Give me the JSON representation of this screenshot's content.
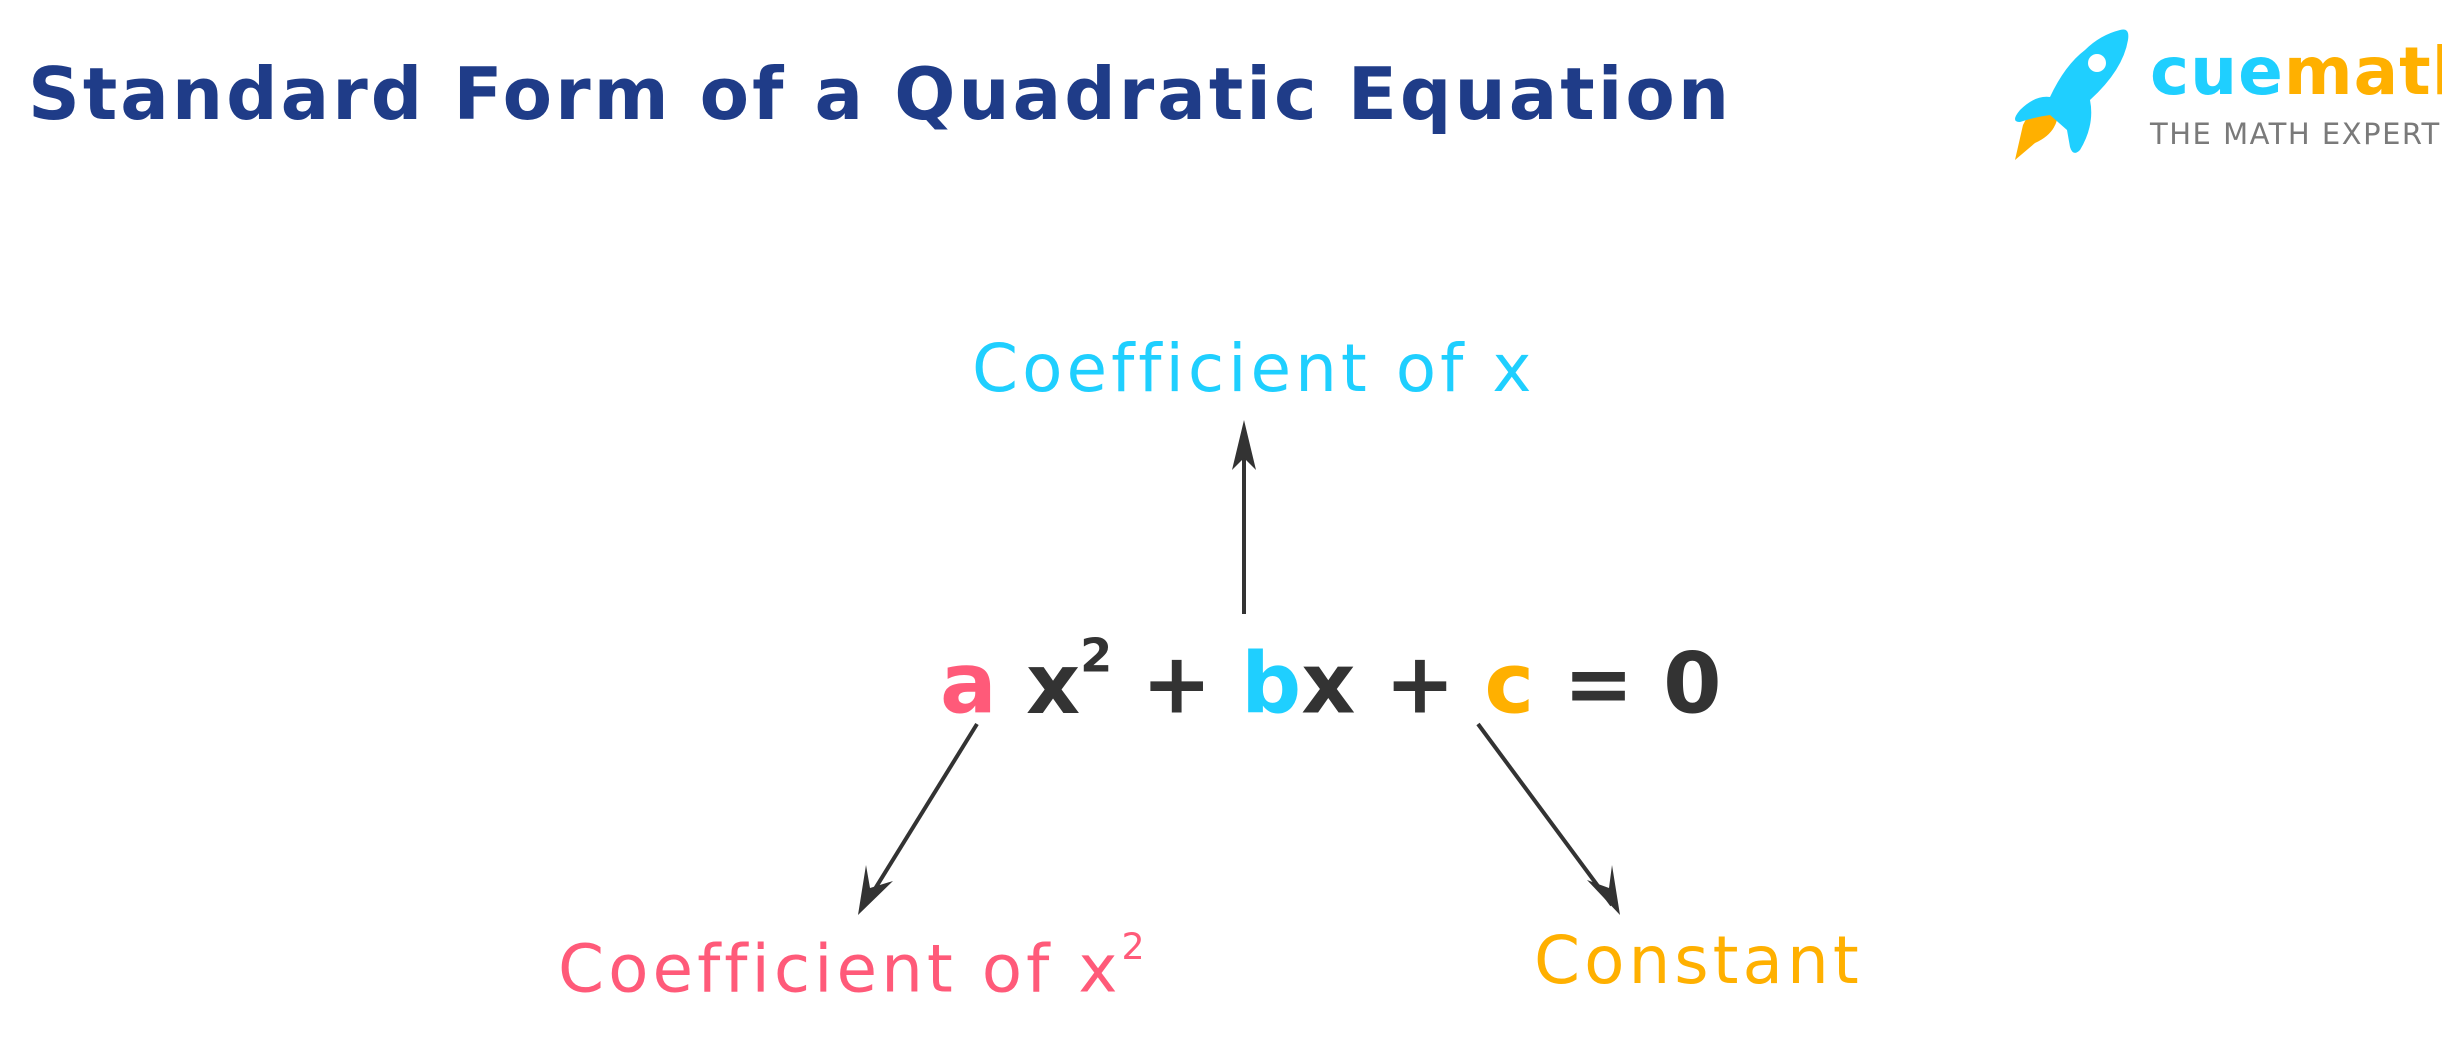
{
  "title": "Standard Form of a Quadratic Equation",
  "logo": {
    "brand_part1": "cue",
    "brand_part2": "math",
    "tagline": "THE MATH EXPERT"
  },
  "equation": {
    "a": "a",
    "x1": "x",
    "exp": "2",
    "plus1": "+",
    "b": "b",
    "x2": "x",
    "plus2": "+",
    "c": "c",
    "eq": "=",
    "zero": "0"
  },
  "labels": {
    "coef_x": "Coefficient of x",
    "coef_x2": "Coefficient of x",
    "coef_x2_exp": "2",
    "constant": "Constant"
  },
  "colors": {
    "title": "#1f3c88",
    "a": "#ff5a79",
    "b": "#1fcfff",
    "c": "#ffb000",
    "text": "#333333"
  }
}
